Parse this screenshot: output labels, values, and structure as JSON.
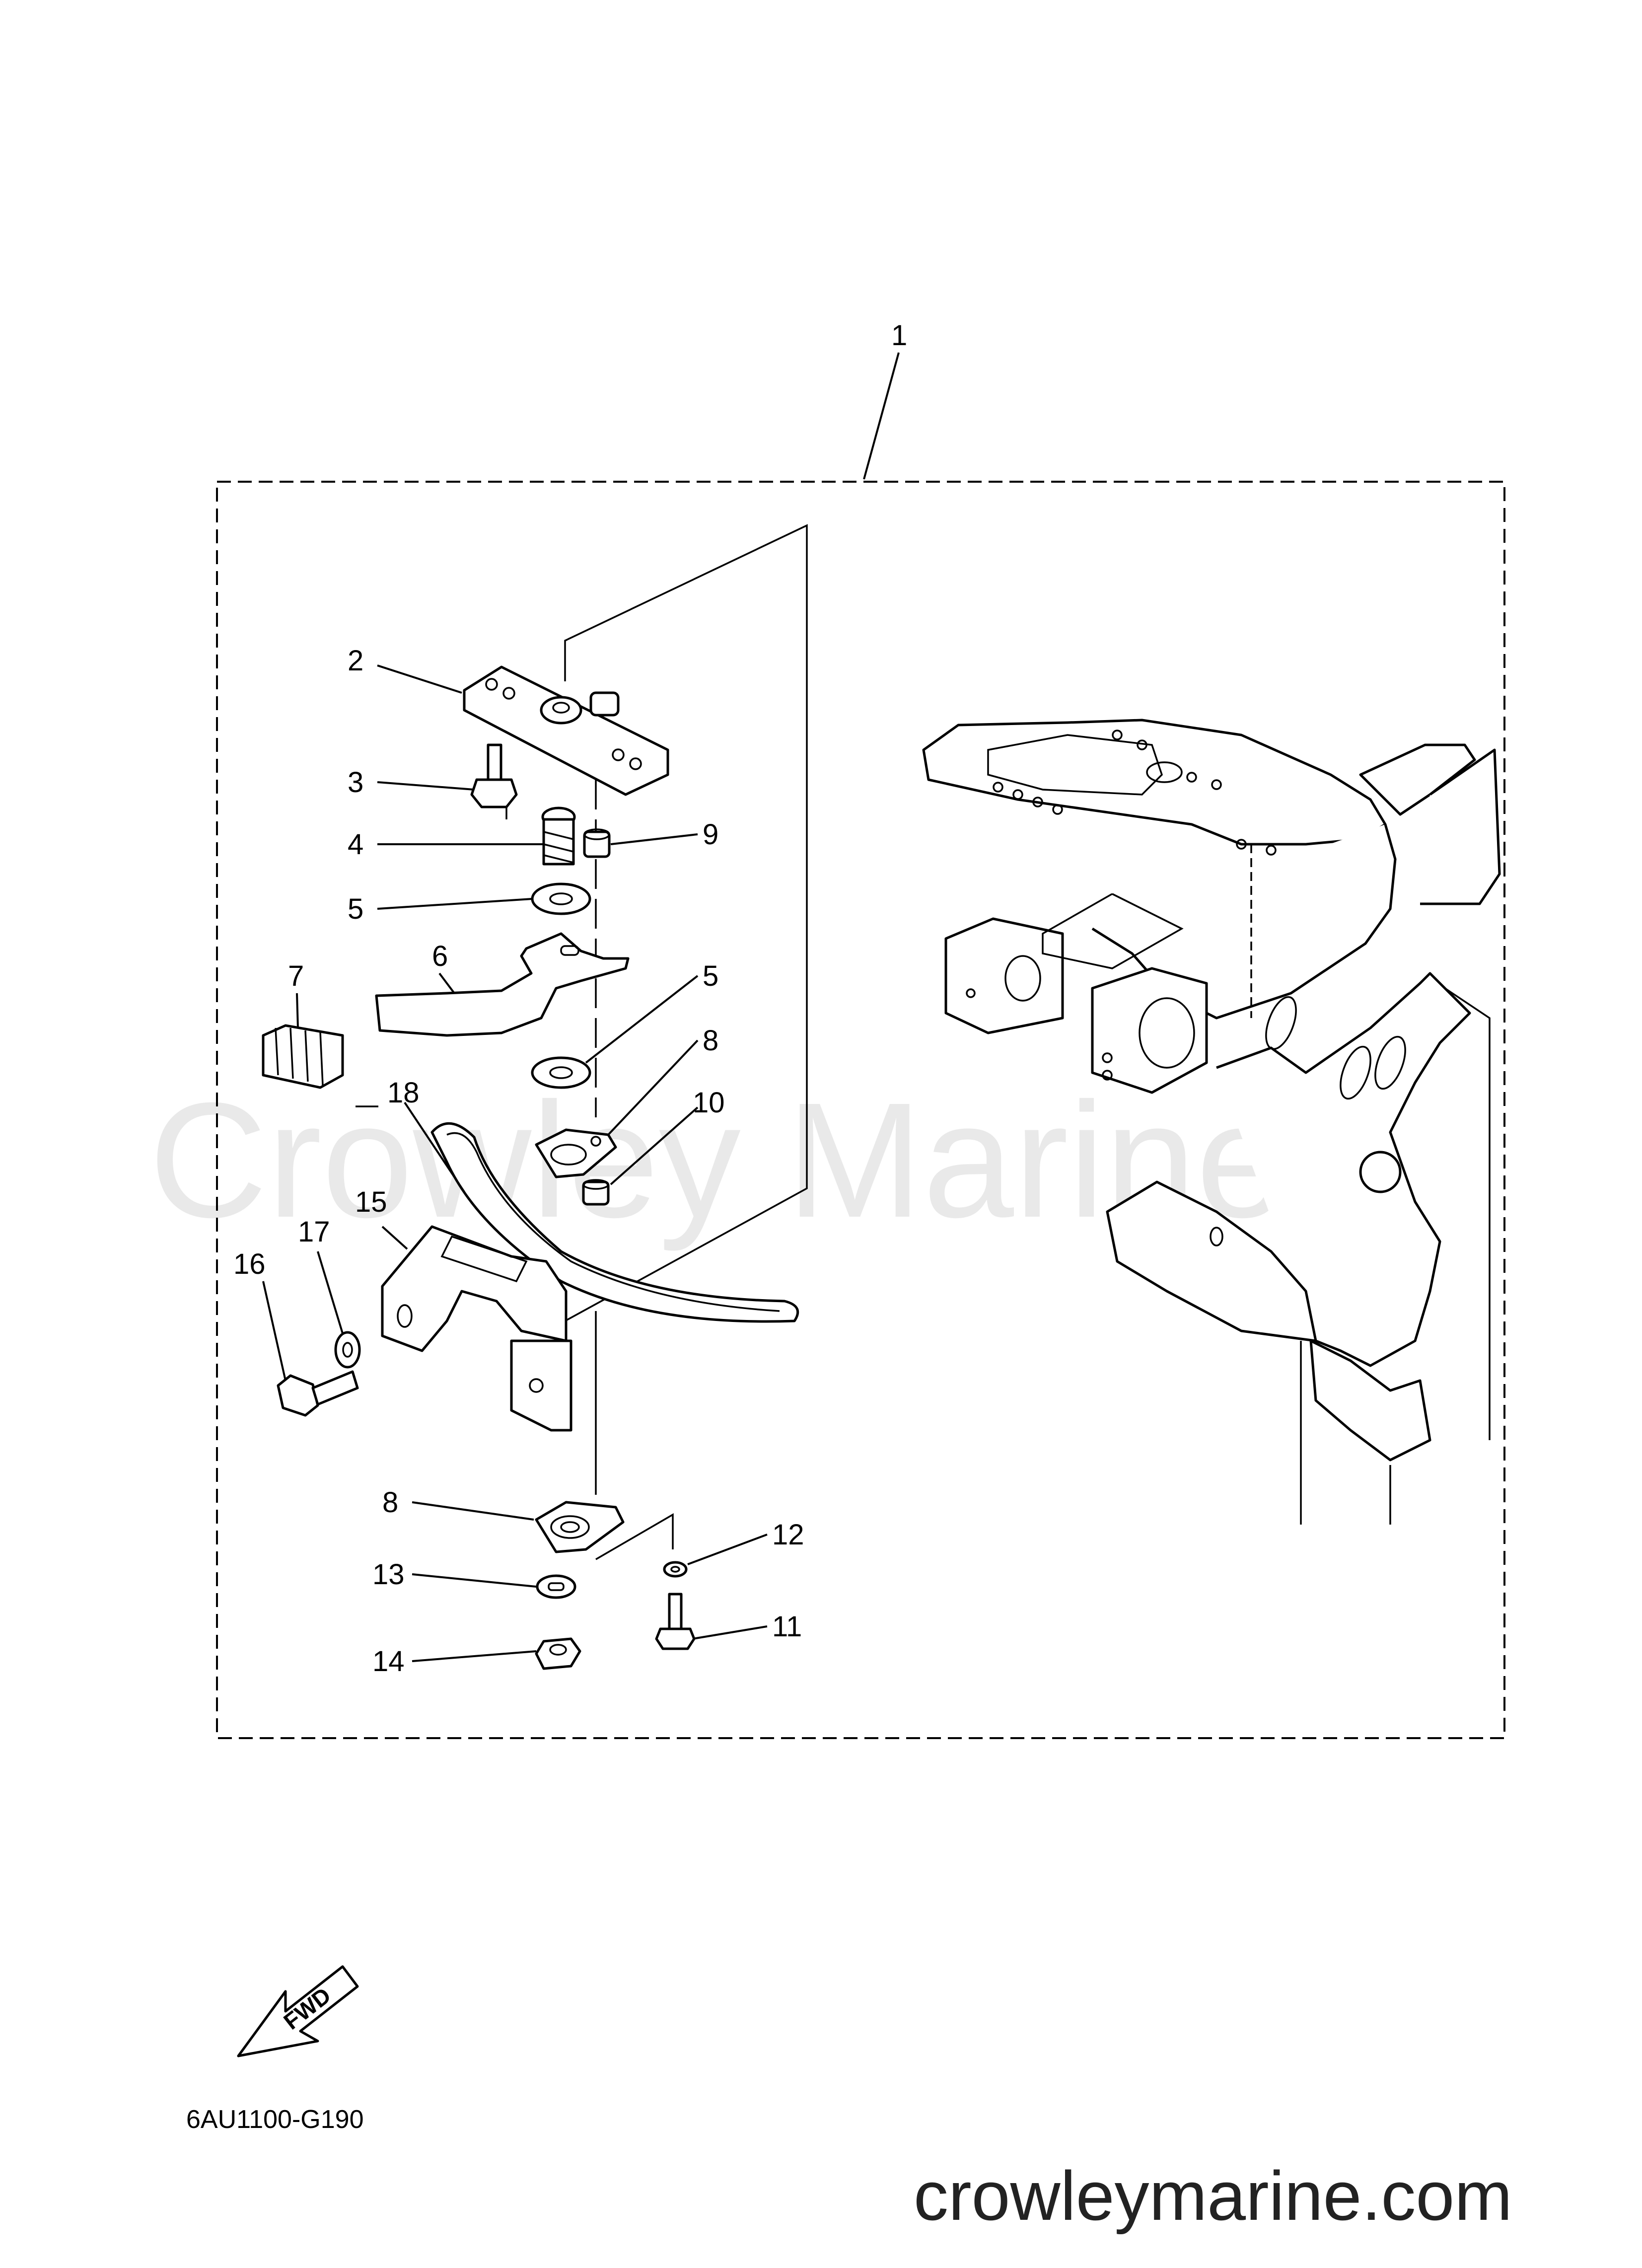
{
  "watermark": "Crowley Marine",
  "diagram_code": "6AU1100-G190",
  "site_url": "crowleymarine.com",
  "fwd_label": "FWD",
  "callouts": [
    "1",
    "2",
    "3",
    "4",
    "9",
    "5",
    "6",
    "7",
    "5",
    "8",
    "10",
    "18",
    "15",
    "17",
    "16",
    "8",
    "12",
    "13",
    "11",
    "14"
  ]
}
